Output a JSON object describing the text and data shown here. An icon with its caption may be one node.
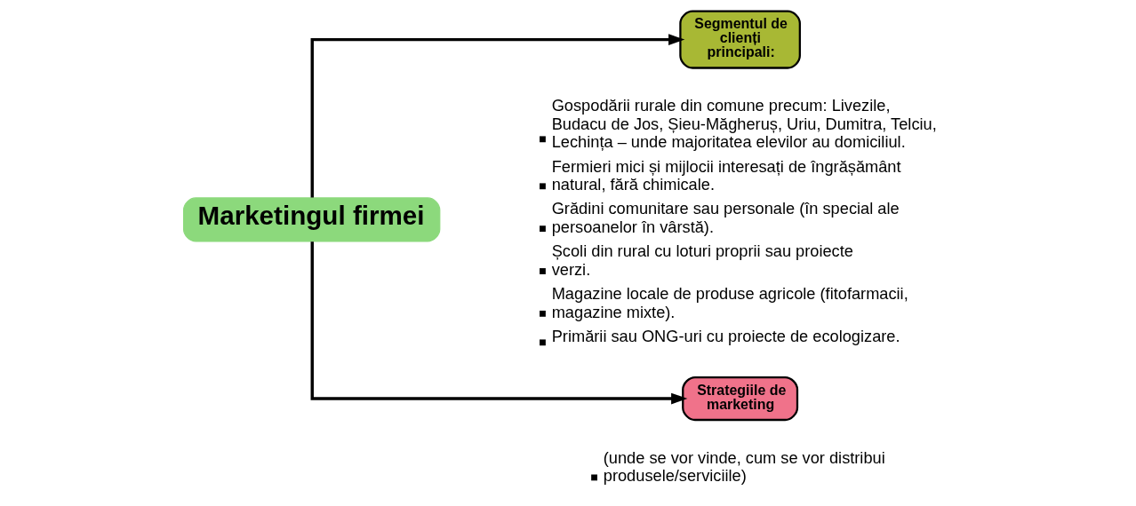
{
  "diagram": {
    "nodes": [
      {
        "text": [
          "Marketingul firmei"
        ]
      },
      {
        "text": [
          "Segmentul de clienți principali:"
        ],
        "beside": [
          "Gospodării rurale din comune precum: Livezile, Budacu de Jos, Șieu-Măgheruș, Uriu, Dumitra, Telciu, Lechința – unde majoritatea elevilor au domiciliul.",
          "Fermieri mici și mijlocii interesați de îngrășământ natural, fără chimicale.",
          "Grădini comunitare sau personale (în special ale persoanelor în vârstă).",
          "Școli din rural cu loturi proprii sau proiecte verzi.",
          "Magazine locale de produse agricole (fitofarmacii, magazine mixte).",
          "Primării sau ONG-uri cu proiecte de ecologizare."
        ]
      },
      {
        "text": [
          "Strategiile de marketing"
        ],
        "beside": [
          "(unde se vor vinde, cum se vor distribui produsele/serviciile)"
        ]
      }
    ],
    "edges": [
      {
        "from": 0,
        "to": 1,
        "arrow": "to"
      },
      {
        "from": 0,
        "to": 2,
        "arrow": "to"
      }
    ]
  }
}
